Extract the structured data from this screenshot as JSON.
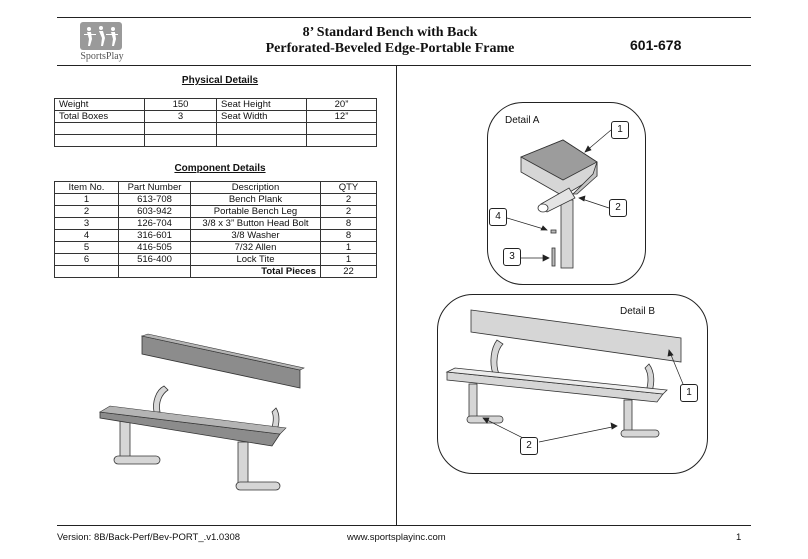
{
  "header": {
    "logo_text": "SportsPlay",
    "title_line1": "8’ Standard Bench with Back",
    "title_line2": "Perforated-Beveled Edge-Portable Frame",
    "product_code": "601-678"
  },
  "physical": {
    "title": "Physical Details",
    "rows": [
      [
        "Weight",
        "150",
        "Seat Height",
        "20”"
      ],
      [
        "Total Boxes",
        "3",
        "Seat Width",
        "12”"
      ],
      [
        "",
        "",
        "",
        ""
      ],
      [
        "",
        "",
        "",
        ""
      ]
    ]
  },
  "components": {
    "title": "Component Details",
    "headers": [
      "Item No.",
      "Part Number",
      "Description",
      "QTY"
    ],
    "rows": [
      [
        "1",
        "613-708",
        "Bench Plank",
        "2"
      ],
      [
        "2",
        "603-942",
        "Portable Bench Leg",
        "2"
      ],
      [
        "3",
        "126-704",
        "3/8 x 3” Button Head Bolt",
        "8"
      ],
      [
        "4",
        "316-601",
        "3/8 Washer",
        "8"
      ],
      [
        "5",
        "416-505",
        "7/32 Allen",
        "1"
      ],
      [
        "6",
        "516-400",
        "Lock Tite",
        "1"
      ]
    ],
    "total_label": "Total Pieces",
    "total_value": "22"
  },
  "details": {
    "a_label": "Detail A",
    "b_label": "Detail B",
    "callouts": {
      "a1": "1",
      "a2": "2",
      "a4": "4",
      "a3": "3",
      "b1": "1",
      "b2": "2"
    }
  },
  "footer": {
    "version": "Version: 8B/Back-Perf/Bev-PORT_.v1.0308",
    "url": "www.sportsplayinc.com",
    "page": "1"
  },
  "colors": {
    "line": "#222222",
    "plank": "#8c8c8c",
    "frame": "#d6d6d6"
  }
}
